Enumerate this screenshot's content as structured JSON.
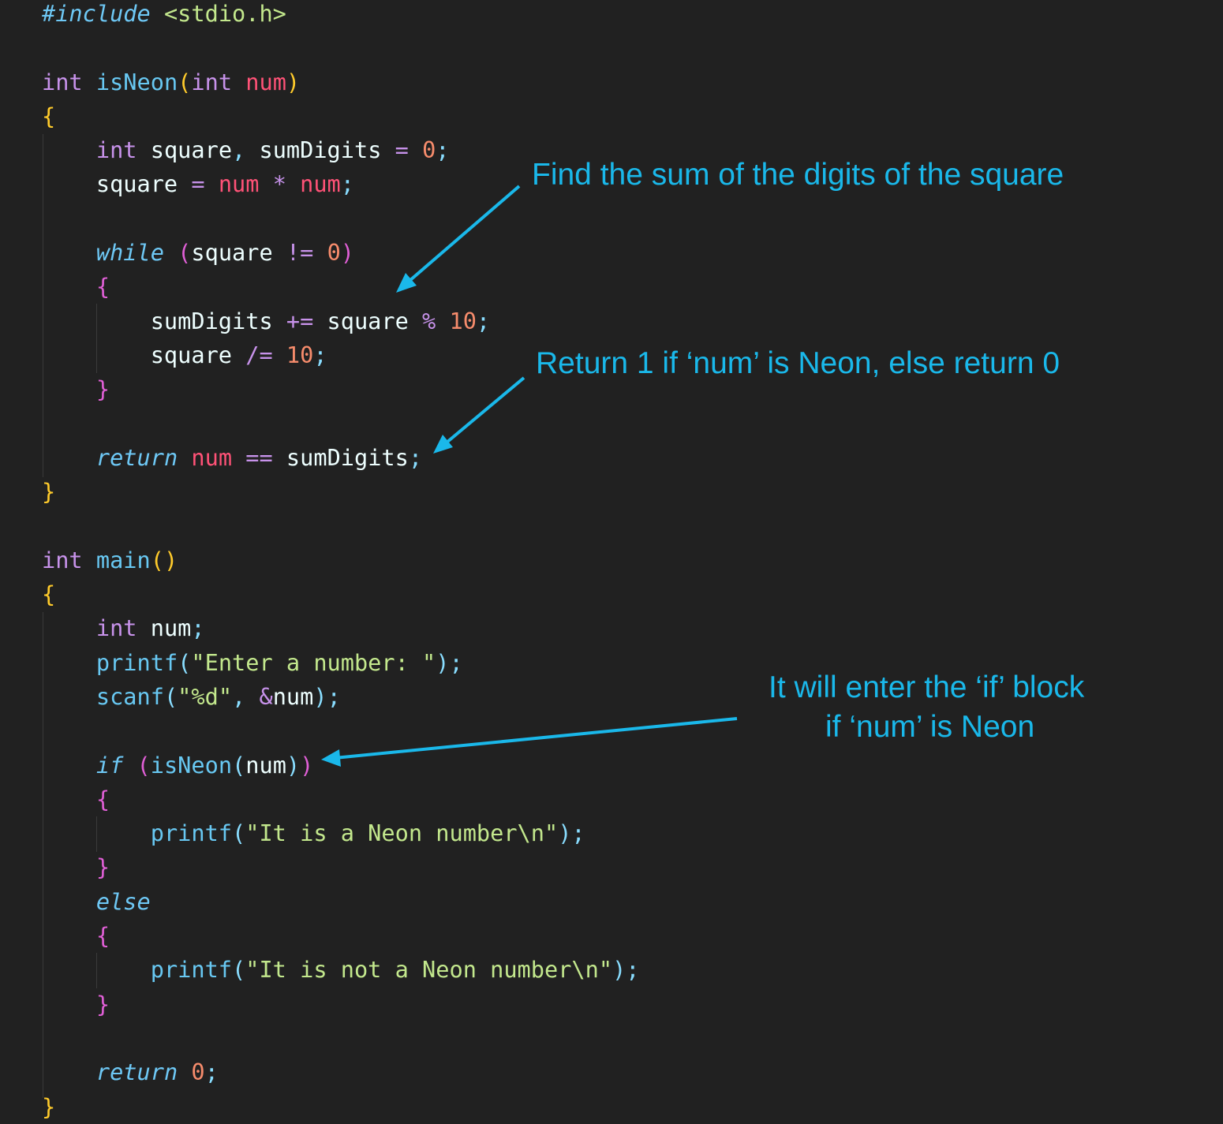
{
  "code_lines": [
    [
      [
        "#include",
        "it"
      ],
      [
        " ",
        "id"
      ],
      [
        "<stdio.h>",
        "str"
      ]
    ],
    [],
    [
      [
        "int",
        "kw"
      ],
      [
        " ",
        "id"
      ],
      [
        "isNeon",
        "fn"
      ],
      [
        "(",
        "b1"
      ],
      [
        "int",
        "kw"
      ],
      [
        " ",
        "id"
      ],
      [
        "num",
        "pm"
      ],
      [
        ")",
        "b1"
      ]
    ],
    [
      [
        "{",
        "b1"
      ]
    ],
    [
      [
        "    ",
        "id"
      ],
      [
        "int",
        "kw"
      ],
      [
        " square",
        "id"
      ],
      [
        ",",
        "pu"
      ],
      [
        " sumDigits ",
        "id"
      ],
      [
        "=",
        "op"
      ],
      [
        " ",
        "id"
      ],
      [
        "0",
        "numl"
      ],
      [
        ";",
        "pu"
      ]
    ],
    [
      [
        "    square ",
        "id"
      ],
      [
        "=",
        "op"
      ],
      [
        " ",
        "id"
      ],
      [
        "num",
        "pm"
      ],
      [
        " ",
        "id"
      ],
      [
        "*",
        "op"
      ],
      [
        " ",
        "id"
      ],
      [
        "num",
        "pm"
      ],
      [
        ";",
        "pu"
      ]
    ],
    [],
    [
      [
        "    ",
        "id"
      ],
      [
        "while",
        "it"
      ],
      [
        " ",
        "id"
      ],
      [
        "(",
        "b2"
      ],
      [
        "square ",
        "id"
      ],
      [
        "!=",
        "op"
      ],
      [
        " ",
        "id"
      ],
      [
        "0",
        "numl"
      ],
      [
        ")",
        "b2"
      ]
    ],
    [
      [
        "    ",
        "id"
      ],
      [
        "{",
        "b2"
      ]
    ],
    [
      [
        "        sumDigits ",
        "id"
      ],
      [
        "+=",
        "op"
      ],
      [
        " square ",
        "id"
      ],
      [
        "%",
        "op"
      ],
      [
        " ",
        "id"
      ],
      [
        "10",
        "numl"
      ],
      [
        ";",
        "pu"
      ]
    ],
    [
      [
        "        square ",
        "id"
      ],
      [
        "/=",
        "op"
      ],
      [
        " ",
        "id"
      ],
      [
        "10",
        "numl"
      ],
      [
        ";",
        "pu"
      ]
    ],
    [
      [
        "    ",
        "id"
      ],
      [
        "}",
        "b2"
      ]
    ],
    [],
    [
      [
        "    ",
        "id"
      ],
      [
        "return",
        "it"
      ],
      [
        " ",
        "id"
      ],
      [
        "num",
        "pm"
      ],
      [
        " ",
        "id"
      ],
      [
        "==",
        "op"
      ],
      [
        " sumDigits",
        "id"
      ],
      [
        ";",
        "pu"
      ]
    ],
    [
      [
        "}",
        "b1"
      ]
    ],
    [],
    [
      [
        "int",
        "kw"
      ],
      [
        " ",
        "id"
      ],
      [
        "main",
        "fn"
      ],
      [
        "()",
        "b1"
      ]
    ],
    [
      [
        "{",
        "b1"
      ]
    ],
    [
      [
        "    ",
        "id"
      ],
      [
        "int",
        "kw"
      ],
      [
        " num",
        "id"
      ],
      [
        ";",
        "pu"
      ]
    ],
    [
      [
        "    ",
        "id"
      ],
      [
        "printf",
        "fn"
      ],
      [
        "(",
        "pu"
      ],
      [
        "\"Enter a number: \"",
        "str"
      ],
      [
        ")",
        "pu"
      ],
      [
        ";",
        "pu"
      ]
    ],
    [
      [
        "    ",
        "id"
      ],
      [
        "scanf",
        "fn"
      ],
      [
        "(",
        "pu"
      ],
      [
        "\"%d\"",
        "str"
      ],
      [
        ",",
        "pu"
      ],
      [
        " ",
        "id"
      ],
      [
        "&",
        "op"
      ],
      [
        "num",
        "id"
      ],
      [
        ")",
        "pu"
      ],
      [
        ";",
        "pu"
      ]
    ],
    [],
    [
      [
        "    ",
        "id"
      ],
      [
        "if",
        "it"
      ],
      [
        " ",
        "id"
      ],
      [
        "(",
        "b2"
      ],
      [
        "isNeon",
        "fn"
      ],
      [
        "(",
        "pu"
      ],
      [
        "num",
        "id"
      ],
      [
        ")",
        "pu"
      ],
      [
        ")",
        "b2"
      ]
    ],
    [
      [
        "    ",
        "id"
      ],
      [
        "{",
        "b2"
      ]
    ],
    [
      [
        "        ",
        "id"
      ],
      [
        "printf",
        "fn"
      ],
      [
        "(",
        "pu"
      ],
      [
        "\"It is a Neon number\\n\"",
        "str"
      ],
      [
        ")",
        "pu"
      ],
      [
        ";",
        "pu"
      ]
    ],
    [
      [
        "    ",
        "id"
      ],
      [
        "}",
        "b2"
      ]
    ],
    [
      [
        "    ",
        "id"
      ],
      [
        "else",
        "it"
      ]
    ],
    [
      [
        "    ",
        "id"
      ],
      [
        "{",
        "b2"
      ]
    ],
    [
      [
        "        ",
        "id"
      ],
      [
        "printf",
        "fn"
      ],
      [
        "(",
        "pu"
      ],
      [
        "\"It is not a Neon number\\n\"",
        "str"
      ],
      [
        ")",
        "pu"
      ],
      [
        ";",
        "pu"
      ]
    ],
    [
      [
        "    ",
        "id"
      ],
      [
        "}",
        "b2"
      ]
    ],
    [],
    [
      [
        "    ",
        "id"
      ],
      [
        "return",
        "it"
      ],
      [
        " ",
        "id"
      ],
      [
        "0",
        "numl"
      ],
      [
        ";",
        "pu"
      ]
    ],
    [
      [
        "}",
        "b1"
      ]
    ]
  ],
  "annotations": {
    "sum_digits": "Find the sum of the digits of the square",
    "return_note": "Return 1 if ‘num’ is Neon, else return 0",
    "if_block_line1": "It will enter the ‘if’ block",
    "if_block_line2": "if ‘num’ is Neon"
  },
  "colors": {
    "background": "#212121",
    "annotation": "#1ab8ea"
  }
}
